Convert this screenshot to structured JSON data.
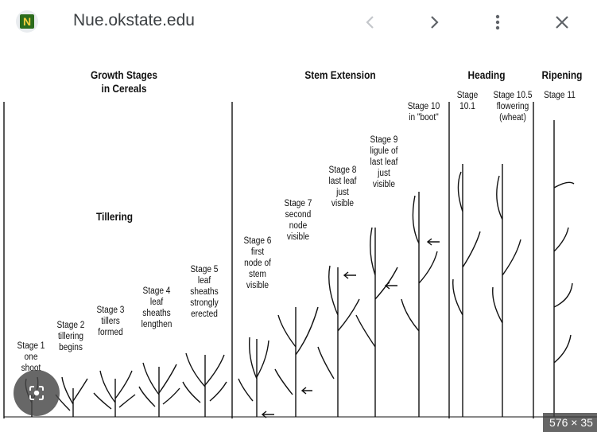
{
  "topbar": {
    "site_title": "Nue.okstate.edu",
    "favicon_letter": "N",
    "icons": {
      "back": "chevron-left-icon",
      "forward": "chevron-right-icon",
      "more": "more-vert-icon",
      "close": "close-icon"
    }
  },
  "figure": {
    "headers": {
      "growth": "Growth Stages\nin Cereals",
      "tillering": "Tillering",
      "stem_extension": "Stem Extension",
      "heading": "Heading",
      "ripening": "Ripening"
    },
    "stages": [
      "Stage 1\none\nshoot",
      "Stage 2\ntillering\nbegins",
      "Stage 3\ntillers\nformed",
      "Stage 4\nleaf\nsheaths\nlengthen",
      "Stage 5\nleaf\nsheaths\nstrongly\nerected",
      "Stage 6\nfirst\nnode of\nstem\nvisible",
      "Stage 7\nsecond\nnode\nvisible",
      "Stage 8\nlast leaf\njust\nvisible",
      "Stage 9\nligule of\nlast leaf\njust\nvisible",
      "Stage 10\nin \"boot\"",
      "Stage\n10.1",
      "Stage 10.5\nflowering\n(wheat)",
      "Stage 11"
    ]
  },
  "overlay": {
    "lens_icon": "lens-icon",
    "dimensions": "576 × 35"
  },
  "colors": {
    "ink": "#111111",
    "favicon_bg": "#2b6b1c",
    "favicon_letter": "#f4d03f",
    "title_text": "#3c4043"
  }
}
